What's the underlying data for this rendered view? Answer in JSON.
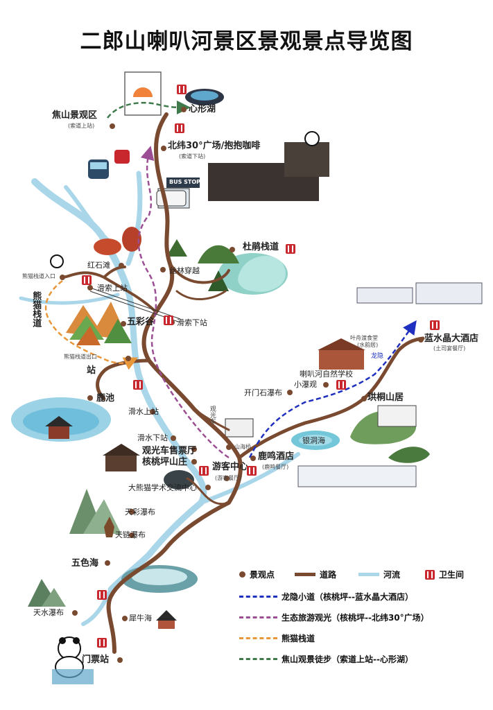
{
  "title": "二郎山喇叭河景区景观景点导览图",
  "spots": {
    "jiaoshan": "焦山景观区",
    "jiaoshan_sub": "(索道上站)",
    "xinxinghu": "心形湖",
    "beiwei": "北纬30°广场/抱抱咖啡",
    "beiwei_sub": "(索道下站)",
    "bus_stop": "BUS STOP",
    "dujuan": "杜鹃栈道",
    "hongshitan": "红石滩",
    "songlin": "丝林穿越",
    "xiongmao_in": "熊猫栈道入口",
    "huadao_up": "滑索上站",
    "wucaigu": "五彩谷",
    "huadao_down": "滑索下站",
    "xiongmao_out": "熊猫栈道出口",
    "luchi": "鹿池",
    "huashui_up": "滑水上站",
    "huashui_down": "滑水下站",
    "guanguangche": "观光车",
    "guanguangche_ticket": "观光车售票厅",
    "hetaoping": "核桃坪山庄",
    "youke": "游客中心",
    "youke_sub": "(游客餐厅)",
    "panda_center": "大熊猫学术交流中心",
    "shanhaiqiao": "山海桥",
    "luming": "鹿鸣酒店",
    "luming_sub": "(鹿鸣餐厅)",
    "yindong": "银洞海",
    "kaimen": "开门石瀑布",
    "xiaopu": "小瀑观",
    "labahe_school": "喇叭河自然学校",
    "gongtong": "珙桐山居",
    "lanshuijing": "蓝水晶大酒店",
    "lanshuijing_sub": "(土司宴餐厅)",
    "yezhu": "叶舟渡食堂",
    "yezhu_sub": "(水韵居)",
    "tiancai": "天彩瀑布",
    "tianlian": "天链瀑布",
    "wuyihai": "五色海",
    "tianshui": "天水瀑布",
    "xiniu": "犀牛海",
    "menpiao": "门票站",
    "panda_trail_vertical": "熊猫栈道",
    "longyin_vertical": "龙隐",
    "zhan": "站"
  },
  "legend": {
    "spot": "景观点",
    "road": "道路",
    "river": "河流",
    "toilet": "卫生间",
    "route1": "龙隐小道（核桃坪--蓝水晶大酒店）",
    "route2": "生态旅游观光（核桃坪--北纬30°广场）",
    "route3": "熊猫栈道",
    "route4": "焦山观景徒步（索道上站--心形湖）"
  },
  "colors": {
    "road": "#7a4a30",
    "river": "#a9d6e9",
    "route_longyin": "#1f2fbf",
    "route_eco": "#9b4e93",
    "route_panda": "#e8973a",
    "route_jiaoshan": "#3f7a4c",
    "toilet": "#c8282d"
  }
}
